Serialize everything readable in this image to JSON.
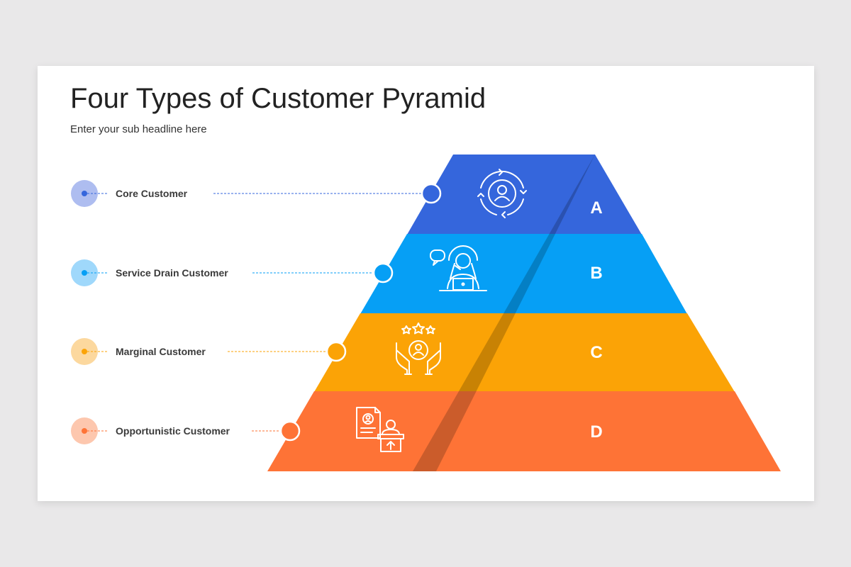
{
  "slide": {
    "title": "Four Types of Customer Pyramid",
    "subtitle": "Enter your sub headline here"
  },
  "levels": [
    {
      "letter": "A",
      "label": "Core Customer",
      "color": "#3566dc",
      "dot_bg": "#aebdf0",
      "icon": "customer-cycle-icon"
    },
    {
      "letter": "B",
      "label": "Service Drain Customer",
      "color": "#069ff5",
      "dot_bg": "#9fd8fb",
      "icon": "support-agent-icon"
    },
    {
      "letter": "C",
      "label": "Marginal Customer",
      "color": "#fba306",
      "dot_bg": "#fcd89e",
      "icon": "hands-rating-icon"
    },
    {
      "letter": "D",
      "label": "Opportunistic Customer",
      "color": "#fe7336",
      "dot_bg": "#fdc7ae",
      "icon": "candidate-profile-icon"
    }
  ]
}
